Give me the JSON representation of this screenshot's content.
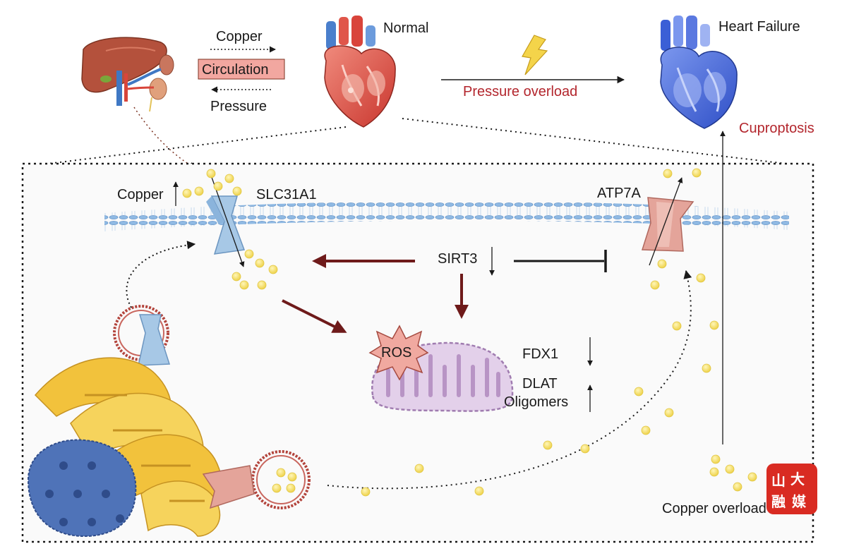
{
  "top": {
    "copper_label": "Copper",
    "circulation_label": "Circulation",
    "pressure_label": "Pressure",
    "normal_label": "Normal",
    "heart_failure_label": "Heart Failure",
    "pressure_overload_label": "Pressure overload",
    "cuproptosis_label": "Cuproptosis"
  },
  "cell": {
    "copper_up_label": "Copper",
    "slc31a1_label": "SLC31A1",
    "atp7a_label": "ATP7A",
    "sirt3_label": "SIRT3",
    "ros_label": "ROS",
    "fdx1_label": "FDX1",
    "dlat_label": "DLAT",
    "oligomers_label": "Oligomers",
    "copper_overload_label": "Copper overload"
  },
  "watermark": {
    "chars": [
      "山",
      "大",
      "融",
      "媒"
    ]
  },
  "colors": {
    "accent_red": "#b3262d",
    "arrow_dark_red": "#6e1a1a",
    "circulation_fill": "#f2a7a0",
    "copper_dot": "#f3dc5e",
    "heart_normal": "#d9443b",
    "heart_failure": "#3b5fd6",
    "golgi": "#f2c23c",
    "nucleus": "#4f73b8",
    "mito": "#c9a7d3",
    "logo": "#d92b22"
  }
}
